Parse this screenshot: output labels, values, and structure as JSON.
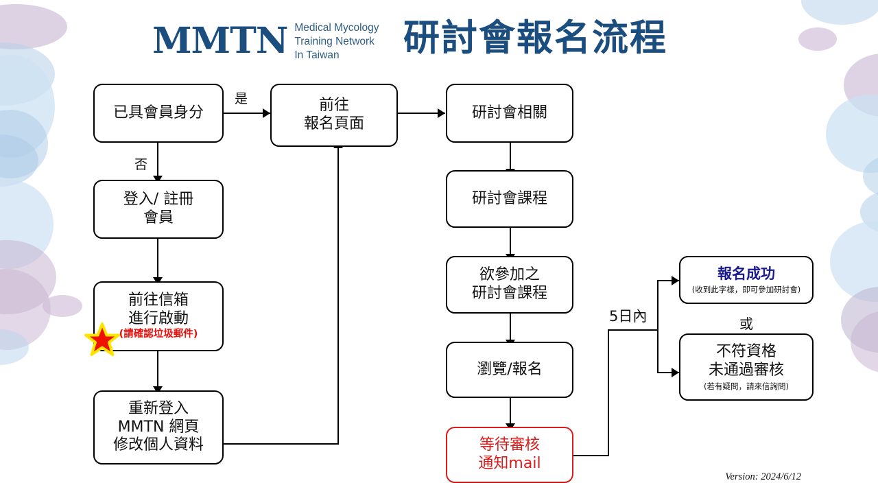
{
  "header": {
    "logo_mark": "MMTN",
    "logo_sub_line1": "Medical Mycology",
    "logo_sub_line2": "Training Network",
    "logo_sub_line3": "In Taiwan",
    "title": "研討會報名流程",
    "brand_color": "#1b4d7e"
  },
  "flow": {
    "n1": {
      "line1": "已具會員身分"
    },
    "n2": {
      "line1": "登入/ 註冊",
      "line2": "會員"
    },
    "n3": {
      "line1": "前往信箱",
      "line2": "進行啟動",
      "note": "(請確認垃圾郵件)",
      "note_color": "#e8120e",
      "icon": "red-star"
    },
    "n4": {
      "line1": "重新登入",
      "line2": "MMTN 網頁",
      "line3": "修改個人資料"
    },
    "n5": {
      "line1": "前往",
      "line2": "報名頁面"
    },
    "n6": {
      "line1": "研討會相關"
    },
    "n7": {
      "line1": "研討會課程"
    },
    "n8": {
      "line1": "欲參加之",
      "line2": "研討會課程"
    },
    "n9": {
      "line1": "瀏覽/報名"
    },
    "n10": {
      "line1": "等待審核",
      "line2": "通知mail",
      "color": "#d91d1d"
    },
    "n11": {
      "title": "報名成功",
      "note": "(收到此字樣，即可參加研討會)",
      "title_color": "#1a1a8c"
    },
    "n12": {
      "line1": "不符資格",
      "line2": "未通過審核",
      "note": "(若有疑問，請來信詢問)"
    }
  },
  "labels": {
    "yes": "是",
    "no": "否",
    "within_5_days": "5日內",
    "or": "或"
  },
  "footer": {
    "version": "Version: 2024/6/12"
  }
}
